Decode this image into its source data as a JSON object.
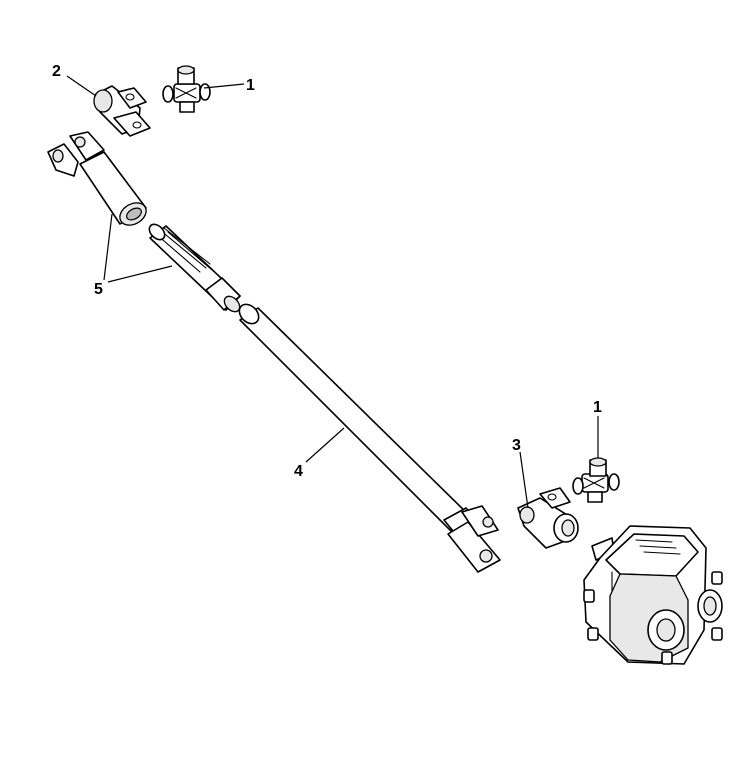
{
  "callouts": {
    "c1_top": "1",
    "c2": "2",
    "c5": "5",
    "c4": "4",
    "c3": "3",
    "c1_right": "1"
  },
  "colors": {
    "line": "#000000",
    "background": "#ffffff"
  }
}
